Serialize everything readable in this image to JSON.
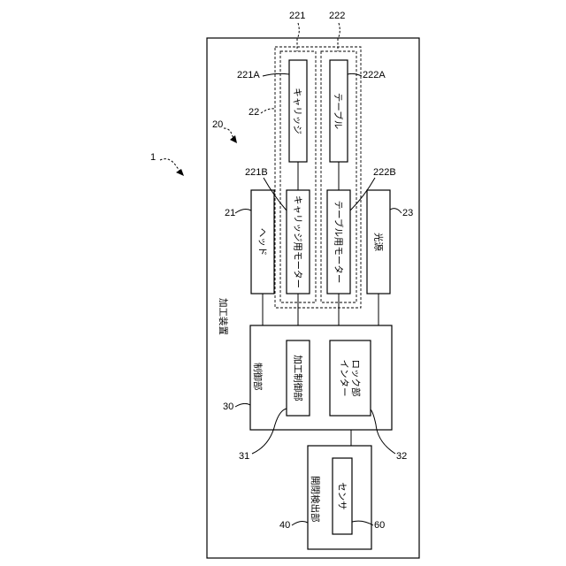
{
  "refs": {
    "r1": "1",
    "r20": "20",
    "r21": "21",
    "r22": "22",
    "r221": "221",
    "r222": "222",
    "r221A": "221A",
    "r222A": "222A",
    "r221B": "221B",
    "r222B": "222B",
    "r23": "23",
    "r30": "30",
    "r31": "31",
    "r32": "32",
    "r40": "40",
    "r60": "60"
  },
  "labels": {
    "processing_device": "加工装置",
    "head": "ヘッド",
    "carriage_motor": "キャリッジ用モーター",
    "table_motor": "テーブル用モーター",
    "light_source": "光源",
    "carriage": "キャリッジ",
    "table": "テーブル",
    "control_unit": "制御部",
    "processing_control_unit": "加工制御部",
    "interlock_line1": "インター",
    "interlock_line2": "ロック部",
    "open_close_detector": "開閉検出部",
    "sensor": "センサ"
  }
}
